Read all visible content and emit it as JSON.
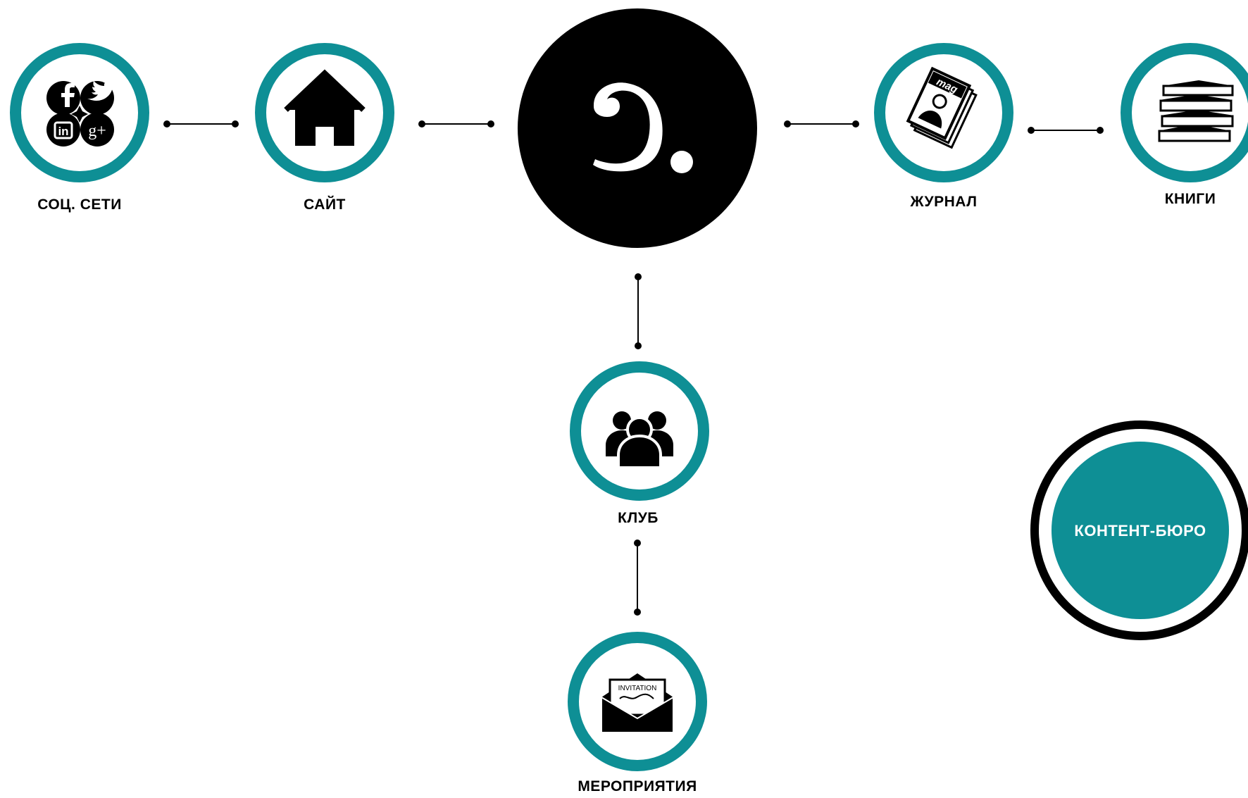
{
  "colors": {
    "ring": "#0e8f95",
    "dark": "#000000",
    "teal_fill": "#0e8f95"
  },
  "nodes": {
    "social": {
      "label": "СОЦ. СЕТИ",
      "icon": "social-networks-icon"
    },
    "site": {
      "label": "САЙТ",
      "icon": "home-icon"
    },
    "hub": {
      "icon": "logo-mark"
    },
    "journal": {
      "label": "ЖУРНАЛ",
      "icon": "magazine-icon",
      "icon_text": "mag"
    },
    "books": {
      "label": "КНИГИ",
      "icon": "books-icon"
    },
    "club": {
      "label": "КЛУБ",
      "icon": "people-group-icon"
    },
    "events": {
      "label": "МЕРОПРИЯТИЯ",
      "icon": "invitation-envelope-icon",
      "icon_text": "INVITATION"
    },
    "bureau": {
      "label": "КОНТЕНТ-БЮРО"
    }
  }
}
